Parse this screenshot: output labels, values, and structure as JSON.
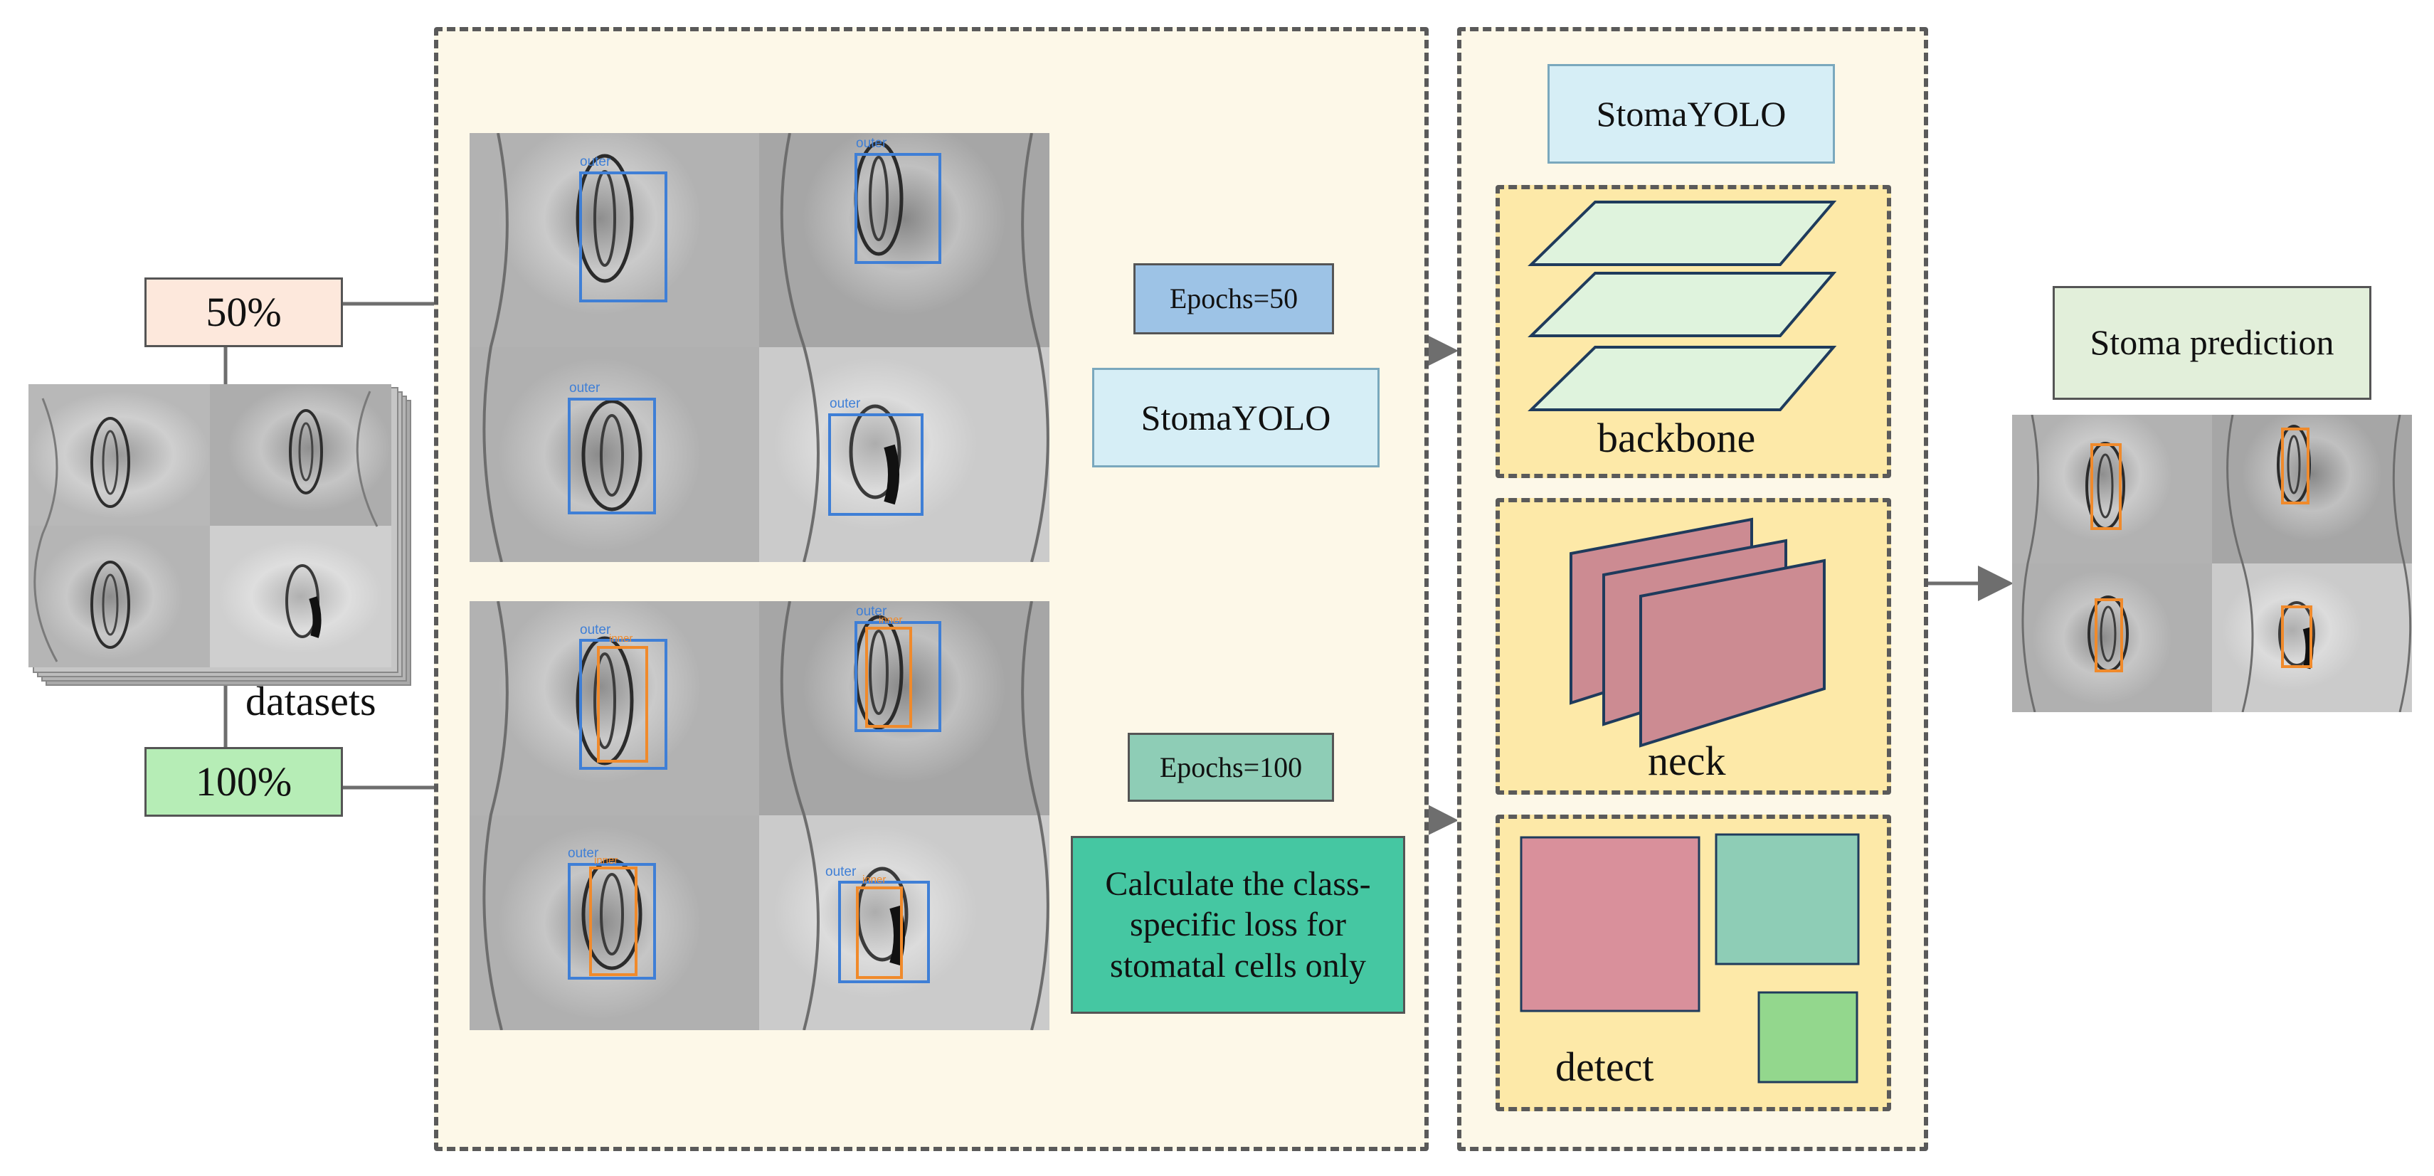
{
  "colors": {
    "panel_fill": "#fdf8e8",
    "subpanel_fill": "#fde9a8",
    "box_50": "#fde8dc",
    "box_100": "#b6edb6",
    "epochs50_fill": "#9dc3e6",
    "epochs100_fill": "#8ecdb6",
    "stomayolo_fill": "#d6eef6",
    "loss_fill": "#45c7a2",
    "prediction_fill": "#e2efda",
    "backbone_layer": "#dff3dd",
    "neck_sheet": "#cc8b92",
    "detect_pink": "#d9909b",
    "detect_teal": "#8ecdb6",
    "detect_green": "#93d78d",
    "outer_box": "#3f7fd6",
    "inner_box": "#f08a2b",
    "arrow": "#6e6e6e"
  },
  "icons": [
    "arrow-right-icon"
  ],
  "split": {
    "half_label": "50%",
    "full_label": "100%",
    "datasets_label": "datasets"
  },
  "train": {
    "epochs_50": "Epochs=50",
    "epochs_100": "Epochs=100",
    "model_name": "StomaYOLO",
    "loss_note": "Calculate the class-specific loss for stomatal cells only",
    "outer_label": "outer",
    "inner_label": "inner"
  },
  "arch": {
    "model_name": "StomaYOLO",
    "backbone": "backbone",
    "neck": "neck",
    "detect": "detect"
  },
  "output": {
    "title": "Stoma prediction"
  }
}
